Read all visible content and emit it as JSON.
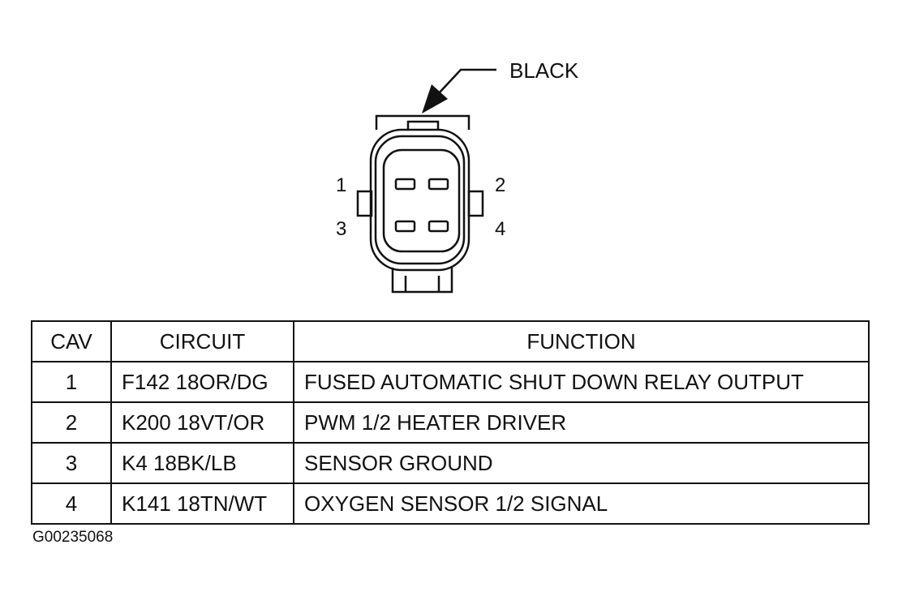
{
  "connector": {
    "color_label": "BLACK",
    "pins": [
      {
        "number": "1"
      },
      {
        "number": "2"
      },
      {
        "number": "3"
      },
      {
        "number": "4"
      }
    ]
  },
  "table": {
    "headers": {
      "cav": "CAV",
      "circuit": "CIRCUIT",
      "function": "FUNCTION"
    },
    "rows": [
      {
        "cav": "1",
        "circuit": "F142 18OR/DG",
        "function": "FUSED AUTOMATIC SHUT DOWN RELAY OUTPUT"
      },
      {
        "cav": "2",
        "circuit": "K200 18VT/OR",
        "function": "PWM 1/2 HEATER DRIVER"
      },
      {
        "cav": "3",
        "circuit": "K4 18BK/LB",
        "function": "SENSOR GROUND"
      },
      {
        "cav": "4",
        "circuit": "K141 18TN/WT",
        "function": "OXYGEN SENSOR 1/2 SIGNAL"
      }
    ]
  },
  "figure_id": "G00235068",
  "colors": {
    "ink": "#111111",
    "background": "#ffffff"
  }
}
